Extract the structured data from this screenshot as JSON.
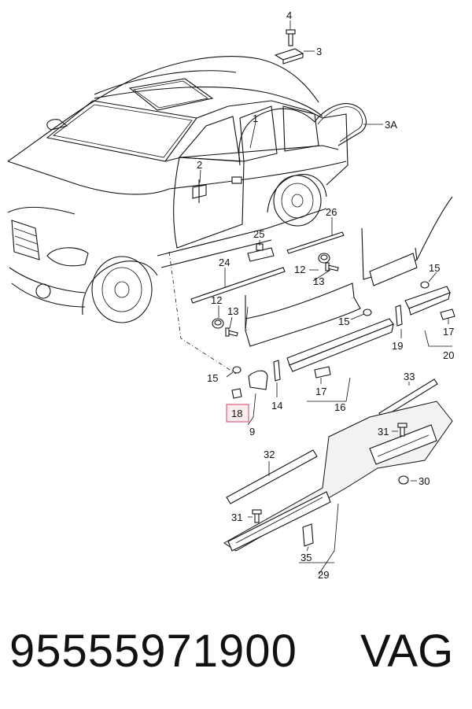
{
  "diagram": {
    "callouts": {
      "c4": "4",
      "c3": "3",
      "c1": "1",
      "c3a": "3A",
      "c2": "2",
      "c26": "26",
      "c25": "25",
      "c24": "24",
      "c12a": "12",
      "c13a": "13",
      "c15a": "15",
      "c12b": "12",
      "c13b": "13",
      "c15b": "15",
      "c17a": "17",
      "c19": "19",
      "c20": "20",
      "c15c": "15",
      "c17b": "17",
      "c14": "14",
      "c16": "16",
      "c18": "18",
      "c9": "9",
      "c33": "33",
      "c31a": "31",
      "c32": "32",
      "c30": "30",
      "c31b": "31",
      "c35": "35",
      "c29": "29"
    },
    "highlight_color": "#e0607a"
  },
  "footer": {
    "part_number": "95555971900",
    "brand": "VAG"
  }
}
